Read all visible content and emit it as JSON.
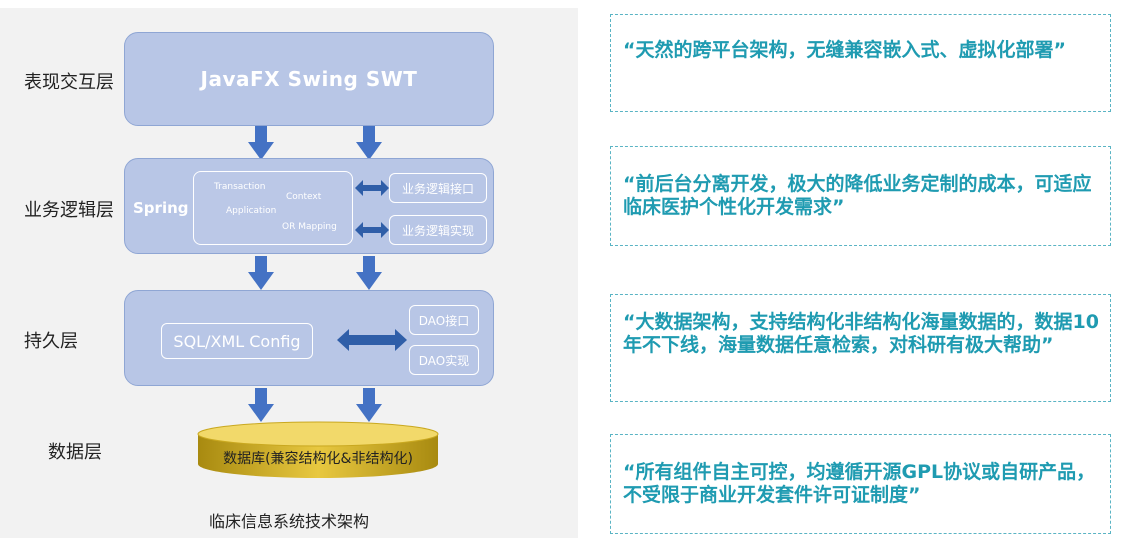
{
  "diagram": {
    "caption": "临床信息系统技术架构",
    "colors": {
      "layer_fill": "#b8c6e6",
      "arrow": "#4472c4",
      "database": "#d4b32a",
      "quote_text": "#1f9bb1"
    },
    "layers": {
      "presentation": {
        "label": "表现交互层",
        "title": "JavaFX Swing SWT"
      },
      "business": {
        "label": "业务逻辑层",
        "framework": "Spring",
        "core_items": [
          "Transaction",
          "Context",
          "Application",
          "OR Mapping"
        ],
        "interface": "业务逻辑接口",
        "implementation": "业务逻辑实现"
      },
      "persistence": {
        "label": "持久层",
        "config": "SQL/XML Config",
        "interface": "DAO接口",
        "implementation": "DAO实现"
      },
      "data": {
        "label": "数据层",
        "database": "数据库(兼容结构化&非结构化)"
      }
    }
  },
  "quotes": [
    "“天然的跨平台架构，无缝兼容嵌入式、虚拟化部署”",
    "“前后台分离开发，极大的降低业务定制的成本，可适应临床医护个性化开发需求”",
    "“大数据架构，支持结构化非结构化海量数据的，数据10年不下线，海量数据任意检索，对科研有极大帮助”",
    "“所有组件自主可控，均遵循开源GPL协议或自研产品，不受限于商业开发套件许可证制度”"
  ]
}
